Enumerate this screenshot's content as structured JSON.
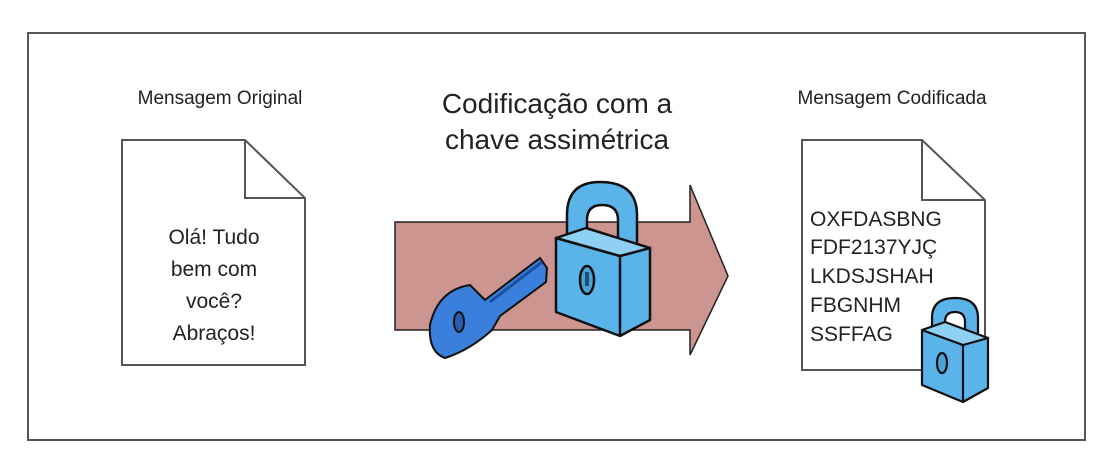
{
  "original": {
    "title": "Mensagem Original",
    "lines": [
      "Olá! Tudo",
      "bem com",
      "você?",
      "Abraços!"
    ]
  },
  "process": {
    "title_lines": [
      "Codificação com a",
      "chave assimétrica"
    ]
  },
  "encoded": {
    "title": "Mensagem Codificada",
    "lines": [
      "OXFDASBNG",
      "FDF2137YJÇ",
      "LKDSJSHAH",
      "FBGNHM",
      "SSFFAG"
    ]
  },
  "colors": {
    "arrow": "#cd9590",
    "lock": "#5ab4ea",
    "key": "#3a7fdc",
    "border": "#555555"
  }
}
